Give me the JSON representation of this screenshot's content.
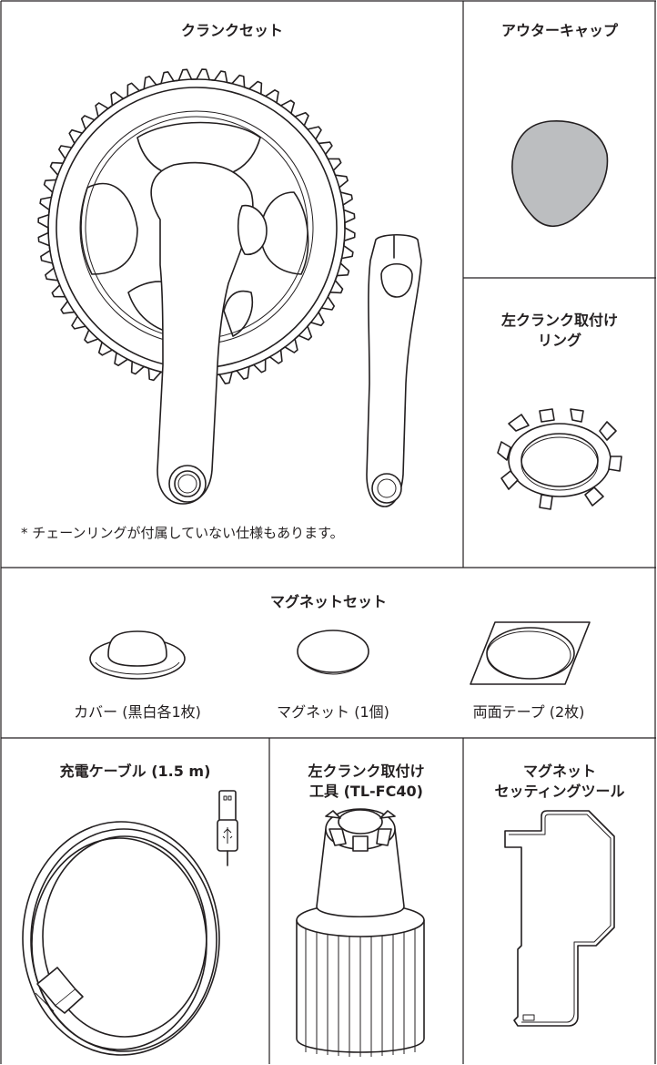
{
  "crankset": {
    "title": "クランクセット",
    "note": "* チェーンリングが付属していない仕様もあります。"
  },
  "outer_cap": {
    "title": "アウターキャップ"
  },
  "left_crank_ring": {
    "title_line1": "左クランク取付け",
    "title_line2": "リング"
  },
  "magnet_set": {
    "title": "マグネットセット",
    "items": [
      {
        "label": "カバー (黒白各1枚)"
      },
      {
        "label": "マグネット (1個)"
      },
      {
        "label": "両面テープ (2枚)"
      }
    ]
  },
  "charging_cable": {
    "title": "充電ケーブル (1.5 m)"
  },
  "left_crank_tool": {
    "title_line1": "左クランク取付け",
    "title_line2": "工具 (TL-FC40)"
  },
  "magnet_setting_tool": {
    "title_line1": "マグネット",
    "title_line2": "セッティングツール"
  },
  "colors": {
    "line": "#231f20",
    "cap_fill": "#bcbec0"
  }
}
